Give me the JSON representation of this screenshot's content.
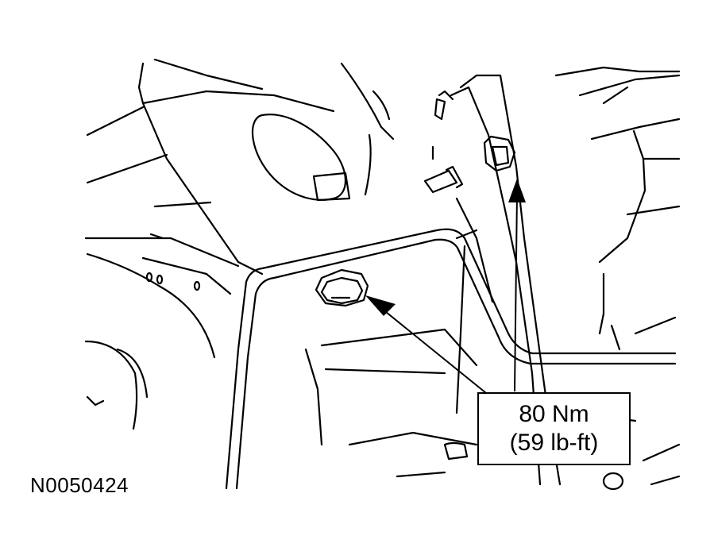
{
  "callout": {
    "torque_metric": "80 Nm",
    "torque_imperial": "(59 lb-ft)"
  },
  "figure_id": "N0050424",
  "colors": {
    "line": "#000000",
    "background": "#ffffff"
  }
}
